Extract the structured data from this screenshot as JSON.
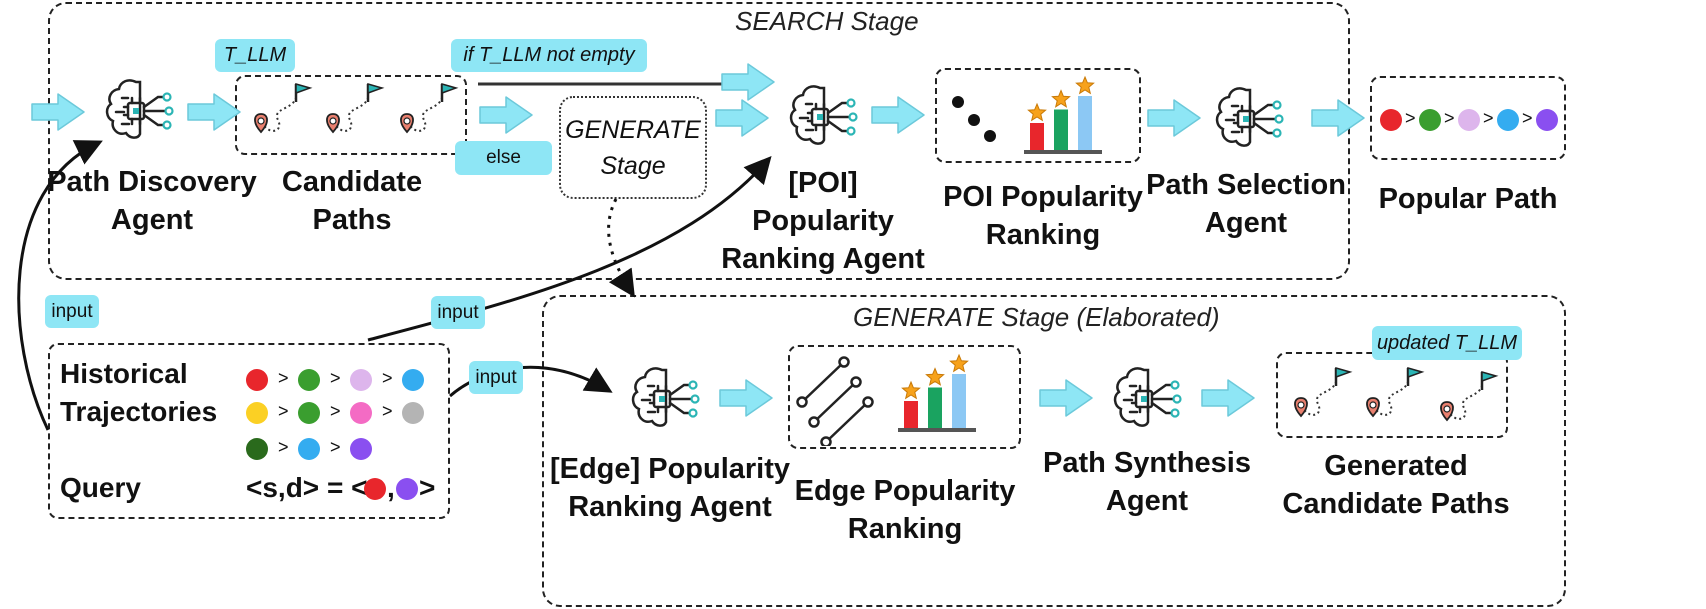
{
  "search_stage": {
    "title": "SEARCH Stage"
  },
  "generate_stage": {
    "title": "GENERATE Stage (Elaborated)"
  },
  "generate_box": {
    "text": "GENERATE\nStage"
  },
  "tags": {
    "t_llm": "T_LLM",
    "if_not_empty": "if T_LLM not empty",
    "else": "else",
    "input_left": "input",
    "input_mid": "input",
    "input_right": "input",
    "updated_t_llm": "updated T_LLM"
  },
  "labels": {
    "path_discovery_agent": "Path Discovery\nAgent",
    "candidate_paths": "Candidate\nPaths",
    "poi_ranking_agent": "[POI]\nPopularity\nRanking Agent",
    "poi_popularity_ranking": "POI Popularity\nRanking",
    "path_selection_agent": "Path Selection\nAgent",
    "popular_path": "Popular Path",
    "edge_ranking_agent": "[Edge] Popularity\nRanking Agent",
    "edge_popularity_ranking": "Edge Popularity\nRanking",
    "path_synthesis_agent": "Path Synthesis\nAgent",
    "generated_candidate_paths": "Generated\nCandidate Paths"
  },
  "history": {
    "title_line1": "Historical",
    "title_line2": "Trajectories",
    "query_label": "Query",
    "query_prefix": "<s,d> = <",
    "query_comma": ",",
    "query_suffix": ">",
    "separator": ">",
    "trajectories": [
      [
        "#e8262c",
        "#3a9e2f",
        "#ddb5ec",
        "#34acf0"
      ],
      [
        "#fbd024",
        "#3a9e2f",
        "#f46bc4",
        "#b4b4b4"
      ],
      [
        "#2a6a1c",
        "#34acf0",
        "#8a4ff0"
      ]
    ],
    "query_colors": [
      "#e8262c",
      "#8a4ff0"
    ]
  },
  "popular_path": {
    "colors": [
      "#e8262c",
      "#3a9e2f",
      "#ddb5ec",
      "#34acf0",
      "#8a4ff0"
    ],
    "separator": ">"
  },
  "colors": {
    "tag_bg": "#8ee6f5",
    "arrow_fill": "#8ee6f5",
    "icon_teal": "#2bb5b5"
  },
  "ranking_chart": {
    "bars": [
      {
        "value": 2,
        "color": "#e8262c"
      },
      {
        "value": 3,
        "color": "#1aa360"
      },
      {
        "value": 4,
        "color": "#8cc8f4"
      }
    ]
  }
}
